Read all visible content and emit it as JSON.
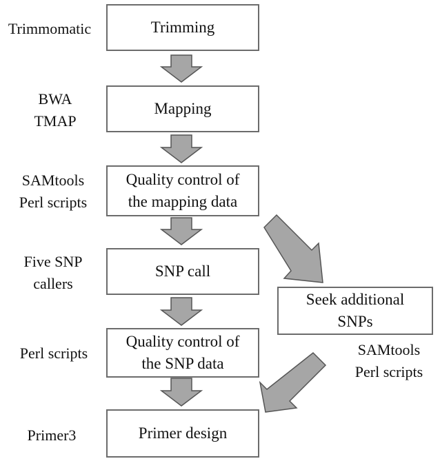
{
  "steps": [
    {
      "name": "trimming",
      "box_lines": [
        "Trimming"
      ],
      "tool_lines": [
        "Trimmomatic"
      ]
    },
    {
      "name": "mapping",
      "box_lines": [
        "Mapping"
      ],
      "tool_lines": [
        "BWA",
        "TMAP"
      ]
    },
    {
      "name": "quality-control-mapping",
      "box_lines": [
        "Quality control of",
        "the mapping data"
      ],
      "tool_lines": [
        "SAMtools",
        "Perl scripts"
      ]
    },
    {
      "name": "snp-call",
      "box_lines": [
        "SNP call"
      ],
      "tool_lines": [
        "Five SNP",
        "callers"
      ]
    },
    {
      "name": "quality-control-snp",
      "box_lines": [
        "Quality control of",
        "the SNP data"
      ],
      "tool_lines": [
        "Perl scripts"
      ]
    },
    {
      "name": "primer-design",
      "box_lines": [
        "Primer design"
      ],
      "tool_lines": [
        "Primer3"
      ]
    }
  ],
  "side_step": {
    "box_lines": [
      "Seek additional",
      "SNPs"
    ],
    "tool_lines": [
      "SAMtools",
      "Perl scripts"
    ]
  },
  "colors": {
    "box_border": "#6b6b6b",
    "arrow_fill": "#a6a6a6",
    "arrow_stroke": "#555555"
  }
}
